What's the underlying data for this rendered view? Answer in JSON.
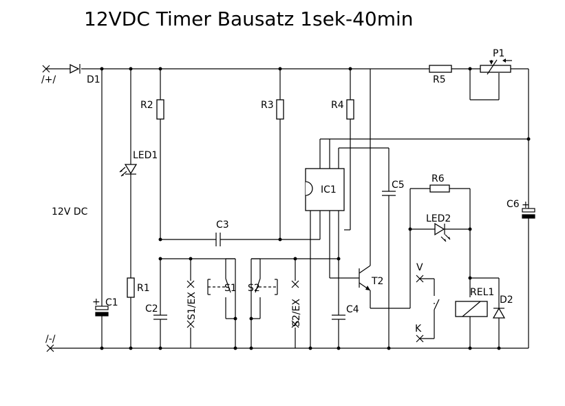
{
  "title": "12VDC Timer Bausatz 1sek-40min",
  "labels": {
    "plus": "/+/",
    "minus": "/-/",
    "supply": "12V DC",
    "D1": "D1",
    "LED1": "LED1",
    "R1": "R1",
    "C1": "C1",
    "C1_pol": "+",
    "R2": "R2",
    "C2": "C2",
    "S1EX": "S1/EX",
    "S1": "S1",
    "S2": "S2",
    "S2EX": "S2/EX",
    "R3": "R3",
    "C3": "C3",
    "IC1": "IC1",
    "R4": "R4",
    "C4": "C4",
    "C5": "C5",
    "T2": "T2",
    "R5": "R5",
    "P1": "P1",
    "R6": "R6",
    "LED2": "LED2",
    "V": "V",
    "K": "K",
    "REL1": "REL1",
    "D2": "D2",
    "C6": "C6",
    "C6_pol": "+"
  }
}
